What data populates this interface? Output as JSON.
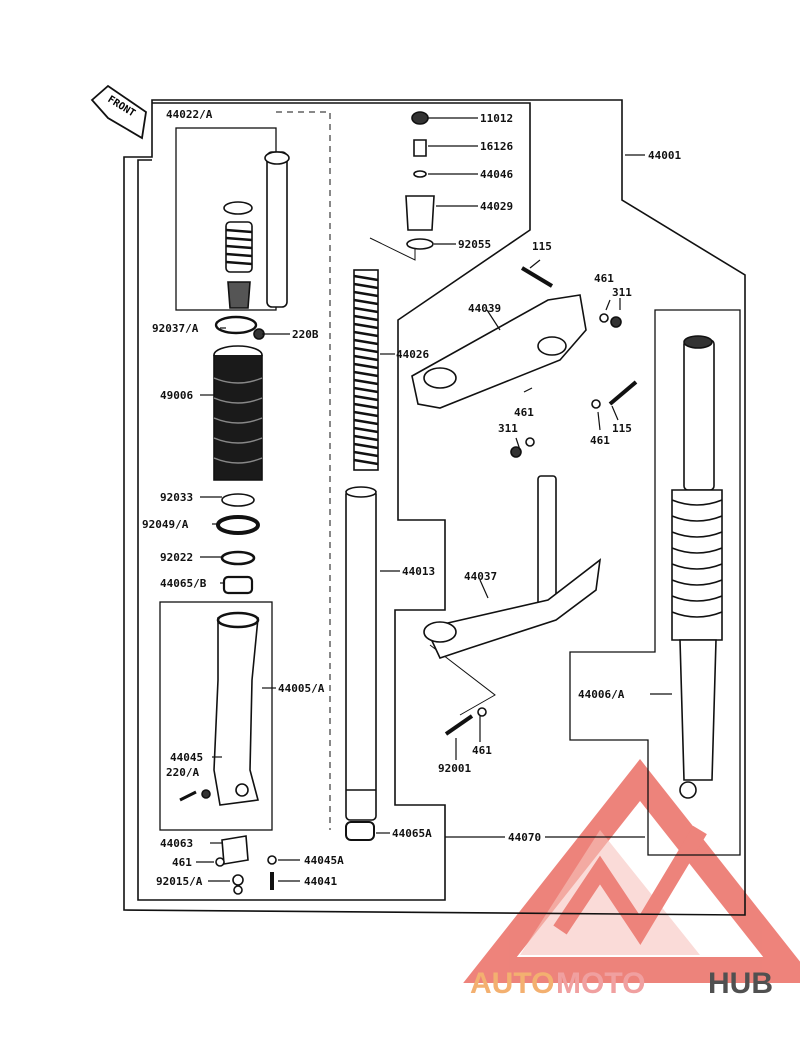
{
  "diagram": {
    "front_label": "FRONT",
    "parts": {
      "p44022A": "44022/A",
      "p11012": "11012",
      "p16126": "16126",
      "p44046": "44046",
      "p44029": "44029",
      "p92055": "92055",
      "p44001": "44001",
      "p115a": "115",
      "p461a": "461",
      "p311a": "311",
      "p44039": "44039",
      "p92037A": "92037/A",
      "p220B": "220B",
      "p44026": "44026",
      "p49006": "49006",
      "p461b": "461",
      "p311b": "311",
      "p115b": "115",
      "p461c": "461",
      "p92033": "92033",
      "p92049A": "92049/A",
      "p44013": "44013",
      "p44037": "44037",
      "p92022": "92022",
      "p44065B": "44065/B",
      "p44005A": "44005/A",
      "p44006A": "44006/A",
      "p461d": "461",
      "p92001": "92001",
      "p44045": "44045",
      "p220A": "220/A",
      "p44063": "44063",
      "p44065A": "44065A",
      "p44070": "44070",
      "p461e": "461",
      "p44045A": "44045A",
      "p92015A": "92015/A",
      "p44041": "44041"
    }
  },
  "watermark": {
    "text_auto": "AUTO",
    "text_moto": "MOTO",
    "text_hub": "HUB",
    "colors": {
      "logo": "#e85a4f",
      "auto": "#f3b070",
      "moto": "#f0a0a0",
      "hub": "#505050"
    }
  }
}
